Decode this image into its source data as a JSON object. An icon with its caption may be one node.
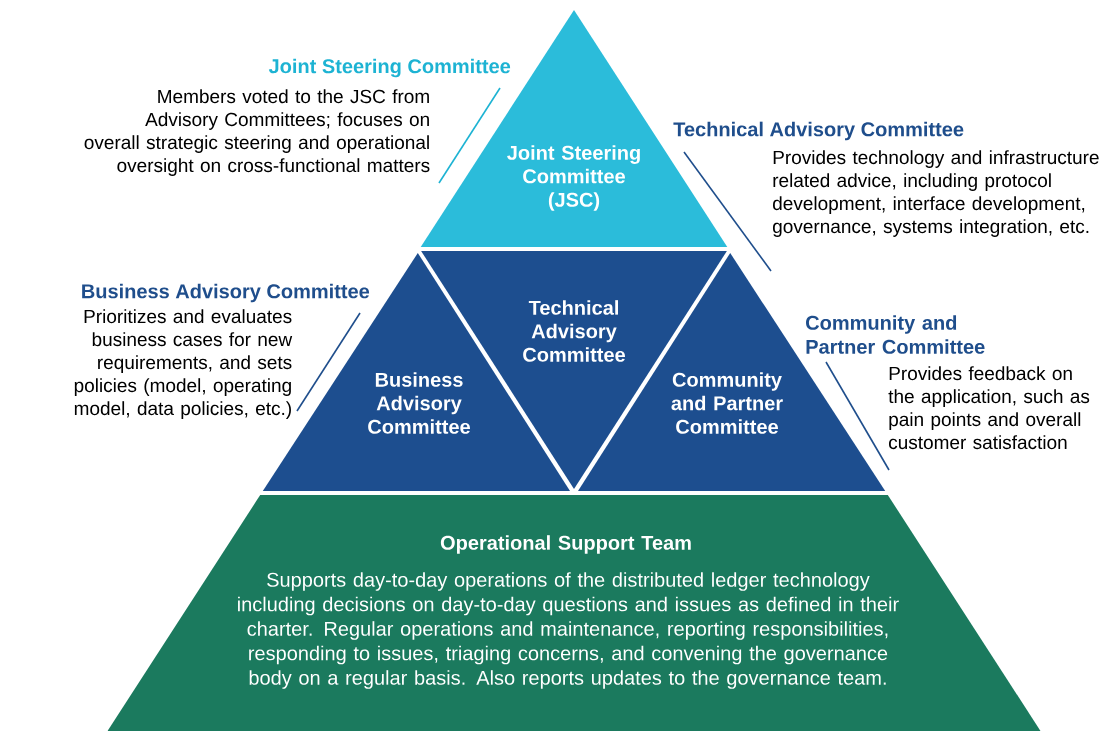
{
  "diagram": {
    "nodes": [
      {
        "text": [
          "Joint Steering Committee (JSC)"
        ]
      },
      {
        "text": [
          "Technical Advisory Committee"
        ]
      },
      {
        "text": [
          "Business Advisory Committee"
        ]
      },
      {
        "text": [
          "Community and Partner Committee"
        ]
      },
      {
        "text": [
          "Operational Support Team",
          "Supports day-to-day operations of the distributed ledger technology including decisions on day-to-day questions and issues as defined in their charter. Regular operations and maintenance, reporting responsibilities, responding to issues, triaging concerns, and convening the governance body on a regular basis. Also reports updates to the governance team."
        ]
      }
    ],
    "labels": [
      "Joint Steering Committee",
      "Members voted to the JSC from Advisory Committees; focuses on overall strategic steering and operational oversight on cross-functional matters",
      "Technical Advisory Committee",
      "Provides technology and infrastructure related advice, including protocol development, interface development, governance, systems integration, etc.",
      "Business Advisory Committee",
      "Prioritizes and evaluates business cases for new requirements, and sets policies (model, operating model, data policies, etc.)",
      "Community and Partner Committee",
      "Provides feedback on the application, such as pain points and overall customer satisfaction"
    ]
  }
}
